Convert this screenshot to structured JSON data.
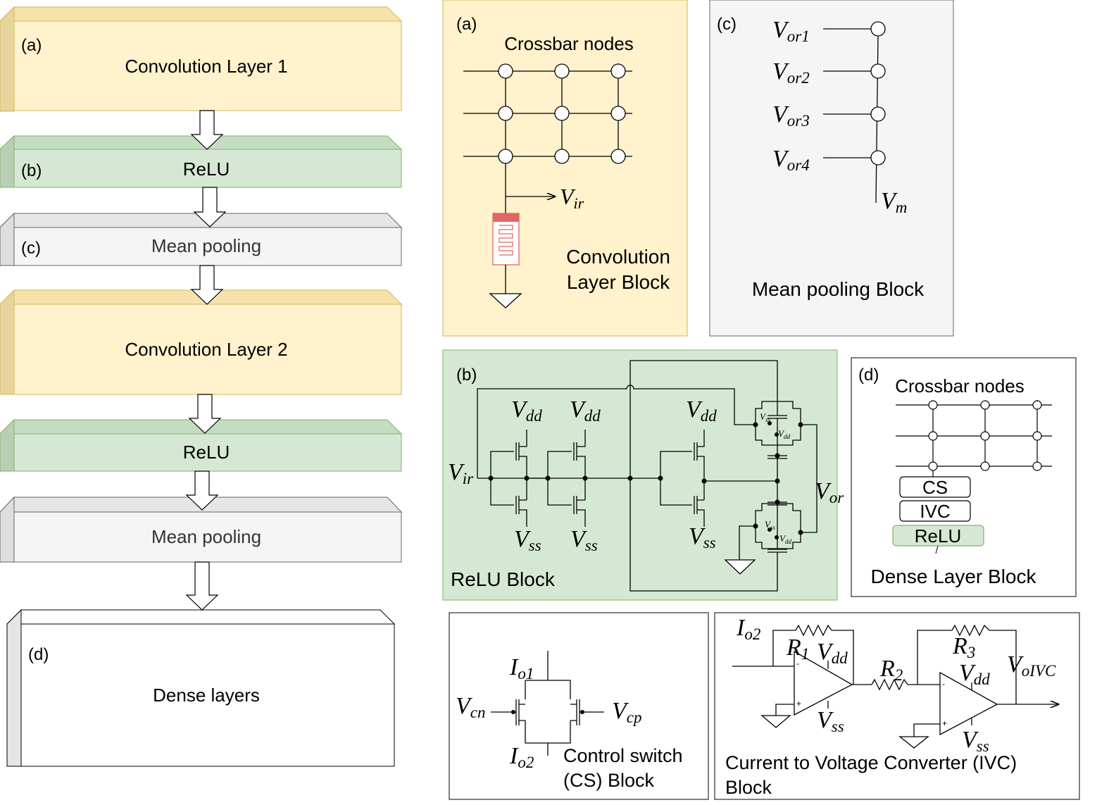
{
  "flow": {
    "blocks": [
      {
        "tag": "(a)",
        "label": "Convolution Layer 1"
      },
      {
        "tag": "(b)",
        "label": "ReLU"
      },
      {
        "tag": "(c)",
        "label": "Mean pooling"
      },
      {
        "tag": "",
        "label": "Convolution Layer 2"
      },
      {
        "tag": "",
        "label": "ReLU"
      },
      {
        "tag": "",
        "label": "Mean pooling"
      },
      {
        "tag": "(d)",
        "label": "Dense layers"
      }
    ]
  },
  "conv_block": {
    "tag": "(a)",
    "nodes_label": "Crossbar nodes",
    "output": {
      "base": "V",
      "sub": "ir"
    },
    "title_line1": "Convolution",
    "title_line2": "Layer Block"
  },
  "pool_block": {
    "tag": "(c)",
    "inputs": [
      {
        "base": "V",
        "sub": "or1"
      },
      {
        "base": "V",
        "sub": "or2"
      },
      {
        "base": "V",
        "sub": "or3"
      },
      {
        "base": "V",
        "sub": "or4"
      }
    ],
    "output": {
      "base": "V",
      "sub": "m"
    },
    "title": "Mean pooling Block"
  },
  "relu_block": {
    "tag": "(b)",
    "input": {
      "base": "V",
      "sub": "ir"
    },
    "output": {
      "base": "V",
      "sub": "or"
    },
    "vdd": {
      "base": "V",
      "sub": "dd"
    },
    "vss": {
      "base": "V",
      "sub": "ss"
    },
    "title": "ReLU Block"
  },
  "dense_block": {
    "tag": "(d)",
    "nodes_label": "Crossbar nodes",
    "stack": [
      "CS",
      "IVC",
      "ReLU"
    ],
    "title": "Dense Layer Block"
  },
  "cs_block": {
    "in_top": {
      "base": "I",
      "sub": "o1"
    },
    "in_bottom": {
      "base": "I",
      "sub": "o2"
    },
    "left": {
      "base": "V",
      "sub": "cn"
    },
    "right": {
      "base": "V",
      "sub": "cp"
    },
    "title_line1": "Control switch",
    "title_line2": "(CS) Block"
  },
  "ivc_block": {
    "input": {
      "base": "I",
      "sub": "o2"
    },
    "r1": {
      "base": "R",
      "sub": "1"
    },
    "r2": {
      "base": "R",
      "sub": "2"
    },
    "r3": {
      "base": "R",
      "sub": "3"
    },
    "vdd": {
      "base": "V",
      "sub": "dd"
    },
    "vss": {
      "base": "V",
      "sub": "ss"
    },
    "output": {
      "base": "V",
      "sub": "oIVC"
    },
    "title_line1": "Current to Voltage Converter (IVC)",
    "title_line2": "Block"
  },
  "colors": {
    "conv": "#fff2cc",
    "conv_dark": "#e8d59e",
    "conv_stroke": "#d6b656",
    "relu": "#d5e8d4",
    "relu_dark": "#b8cfb6",
    "relu_stroke": "#82b366",
    "pool": "#f5f5f5",
    "pool_dark": "#dedede",
    "pool_stroke": "#666666",
    "resistor": "#e06666"
  }
}
